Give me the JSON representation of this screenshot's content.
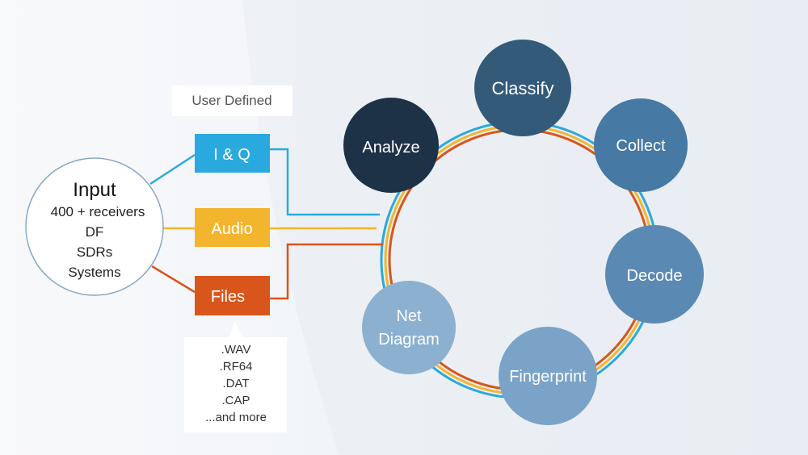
{
  "user_defined_label": "User Defined",
  "input": {
    "title": "Input",
    "lines": [
      "400 + receivers",
      "DF",
      "SDRs",
      "Systems"
    ]
  },
  "inputs": [
    {
      "label": "I & Q",
      "color": "#2aa9de"
    },
    {
      "label": "Audio",
      "color": "#f4b52e"
    },
    {
      "label": "Files",
      "color": "#d8561c"
    }
  ],
  "file_formats": [
    ".WAV",
    ".RF64",
    ".DAT",
    ".CAP",
    "...and more"
  ],
  "ring_colors": {
    "blue": "#2aa9de",
    "yellow": "#f4b52e",
    "orange": "#d8561c"
  },
  "cycle_nodes": [
    {
      "id": "classify",
      "lines": [
        "Classify"
      ],
      "color": "#335a79"
    },
    {
      "id": "collect",
      "lines": [
        "Collect"
      ],
      "color": "#4679a4"
    },
    {
      "id": "decode",
      "lines": [
        "Decode"
      ],
      "color": "#5a8ab3"
    },
    {
      "id": "fingerprint",
      "lines": [
        "Fingerprint"
      ],
      "color": "#7aa3c7"
    },
    {
      "id": "net-diagram",
      "lines": [
        "Net",
        "Diagram"
      ],
      "color": "#8bb0d0"
    },
    {
      "id": "analyze",
      "lines": [
        "Analyze"
      ],
      "color": "#1e3247"
    }
  ]
}
